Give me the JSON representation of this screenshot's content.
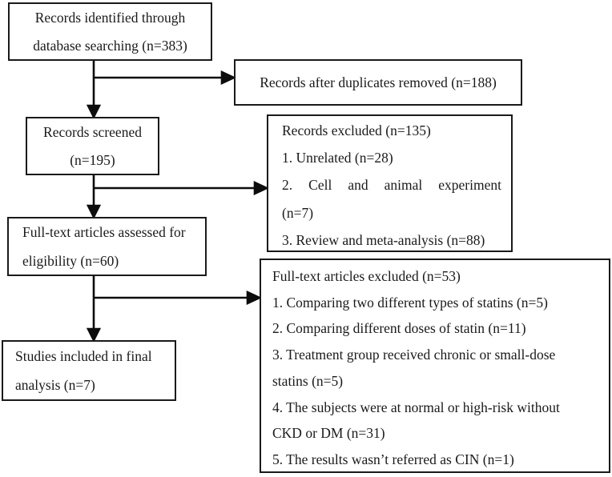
{
  "diagram": {
    "type": "flowchart",
    "boxes": {
      "identified": {
        "lines": [
          "Records identified through",
          "database searching (n=383)"
        ]
      },
      "duplicates_removed": {
        "lines": [
          "Records after duplicates removed (n=188)"
        ]
      },
      "screened": {
        "lines": [
          "Records screened",
          "(n=195)"
        ]
      },
      "records_excluded": {
        "lines": [
          "Records excluded (n=135)",
          "1. Unrelated (n=28)",
          "2. Cell and animal experiment",
          "(n=7)",
          "3. Review and meta-analysis (n=88)"
        ]
      },
      "fulltext_assessed": {
        "lines": [
          "Full-text articles assessed for",
          "eligibility (n=60)"
        ]
      },
      "fulltext_excluded": {
        "lines": [
          "Full-text articles excluded (n=53)",
          "1. Comparing two different types of statins (n=5)",
          "2. Comparing different doses of statin (n=11)",
          "3. Treatment group received chronic or small-dose",
          "statins (n=5)",
          "4. The subjects were at normal or high-risk without",
          "CKD or DM (n=31)",
          "5. The results wasn’t referred as CIN (n=1)"
        ]
      },
      "included": {
        "lines": [
          "Studies included in final",
          "analysis (n=7)"
        ]
      }
    },
    "colors": {
      "background": "#ffffff",
      "box_border": "#1a1a1a",
      "text": "#1a1a1a",
      "arrow": "#0d0d0d"
    }
  }
}
